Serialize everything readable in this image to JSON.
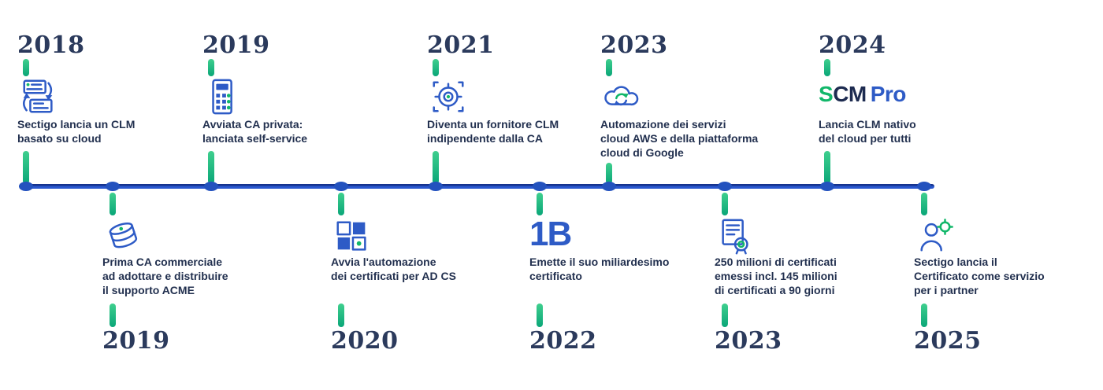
{
  "colors": {
    "timeline_blue": "#2a58cf",
    "timeline_navy": "#16338f",
    "connector_green": "#12b76a",
    "icon_blue": "#2e5bc6",
    "year_navy": "#2b3a5c",
    "text_navy": "#22304f",
    "logo_green": "#12b76a"
  },
  "timeline": {
    "milestones": [
      {
        "year": "2018",
        "side": "top",
        "icon": "clm-cloud-cycle-icon",
        "lines": [
          "Sectigo lancia un CLM",
          "basato su cloud"
        ]
      },
      {
        "year": "2019",
        "side": "bottom",
        "icon": "acme-stack-icon",
        "lines": [
          "Prima CA commerciale",
          "ad adottare e distribuire",
          "il supporto ACME"
        ]
      },
      {
        "year": "2019",
        "side": "top",
        "icon": "private-ca-icon",
        "lines": [
          "Avviata CA privata:",
          "lanciata self-service"
        ]
      },
      {
        "year": "2020",
        "side": "bottom",
        "icon": "ad-cs-window-icon",
        "lines": [
          "Avvia l'automazione",
          "dei certificati per AD CS"
        ]
      },
      {
        "year": "2021",
        "side": "top",
        "icon": "ca-agnostic-gear-icon",
        "lines": [
          "Diventa un fornitore CLM",
          "indipendente dalla CA"
        ]
      },
      {
        "year": "2022",
        "side": "bottom",
        "icon": "one-billion-icon",
        "icon_text": "1B",
        "lines": [
          "Emette il suo miliardesimo",
          "certificato"
        ]
      },
      {
        "year": "2023",
        "side": "top",
        "icon": "cloud-sync-icon",
        "lines": [
          "Automazione dei servizi",
          "cloud AWS e della piattaforma",
          "cloud di Google"
        ]
      },
      {
        "year": "2023",
        "side": "bottom",
        "icon": "certificates-seal-icon",
        "lines": [
          "250 milioni di certificati",
          "emessi incl. 145 milioni",
          "di certificati a 90 giorni"
        ]
      },
      {
        "year": "2024",
        "side": "top",
        "icon": "scm-pro-logo",
        "logo": {
          "s": "S",
          "cm": "CM",
          "pro": "Pro"
        },
        "lines": [
          "Lancia CLM nativo",
          "del cloud per tutti"
        ]
      },
      {
        "year": "2025",
        "side": "bottom",
        "icon": "partner-service-icon",
        "lines": [
          "Sectigo lancia il",
          "Certificato come servizio",
          "per i partner"
        ]
      }
    ]
  }
}
